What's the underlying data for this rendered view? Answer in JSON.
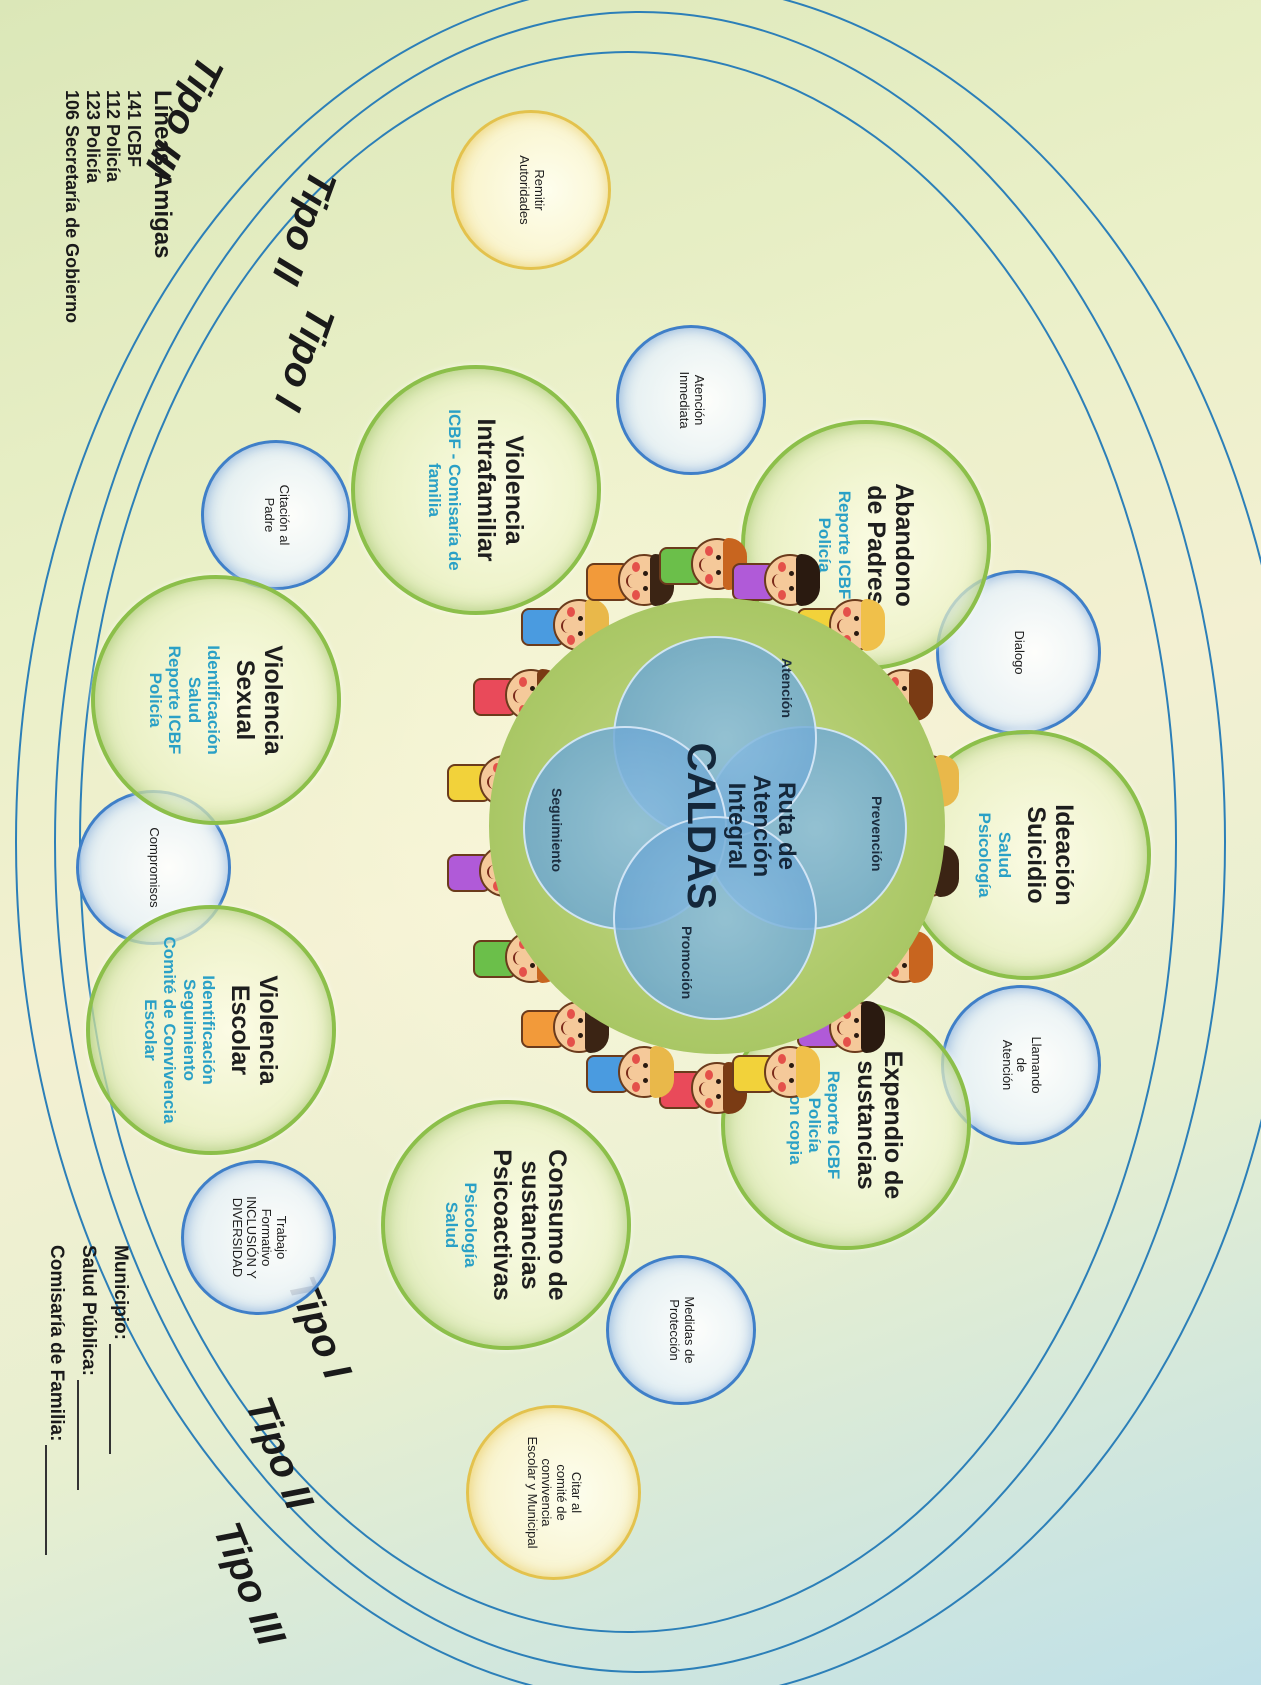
{
  "tipo_labels": {
    "top": [
      "Tipo III",
      "Tipo II",
      "Tipo I"
    ],
    "bottom": [
      "Tipo I",
      "Tipo II",
      "Tipo III"
    ]
  },
  "center": {
    "title_lines": [
      "Ruta de",
      "Atención",
      "Integral"
    ],
    "place": "CALDAS",
    "petals": [
      "Prevención",
      "Atención",
      "Seguimiento",
      "Promoción"
    ]
  },
  "green_bubbles": [
    {
      "title": "Abandono\nde Padres",
      "sub": "Reporte ICBF\nPolicía"
    },
    {
      "title": "Ideación\nSuicidio",
      "sub": "Salud\nPsicología"
    },
    {
      "title": "Expendio de\nsustancias",
      "sub": "Reporte ICBF\nPolicía\ncon copia"
    },
    {
      "title": "Consumo de\nsustancias\nPsicoactivas",
      "sub": "Psicología\nSalud"
    },
    {
      "title": "Violencia\nEscolar",
      "sub": "Identificación\nSeguimiento\nComité de Convivencia\nEscolar"
    },
    {
      "title": "Violencia\nSexual",
      "sub": "Identificación\nSalud\nReporte ICBF\nPolicía"
    },
    {
      "title": "Violencia\nIntrafamiliar",
      "sub": "ICBF - Comisaría de\nfamilia"
    }
  ],
  "blue_bubbles": [
    "Atención\nInmediata",
    "Dialogo",
    "Llamando\nde\nAtención",
    "Medidas de\nProtección",
    "Trabajo\nFormativo\nINCLUSIÓN Y\nDIVERSIDAD",
    "Compromisos",
    "Citación al\nPadre"
  ],
  "yellow_bubbles": [
    "Remitir\nAutoridades",
    "Citar al\ncomité de\nconvivencia\nEscolar y Municipal"
  ],
  "lineas_amigas": {
    "title": "Líneas Amigas",
    "items": [
      "141 ICBF",
      "112 Policía",
      "123 Policía",
      "106 Secretaría de Gobierno"
    ]
  },
  "signatures": [
    "Municipio:",
    "Salud Pública:",
    "Comisaría de Familia:"
  ],
  "colors": {
    "ring": "#2c7fb8",
    "green_border": "#8cbf4a",
    "blue_border": "#3f7fc8",
    "yellow_border": "#e3c24d",
    "sub_text": "#2aa0c6"
  }
}
